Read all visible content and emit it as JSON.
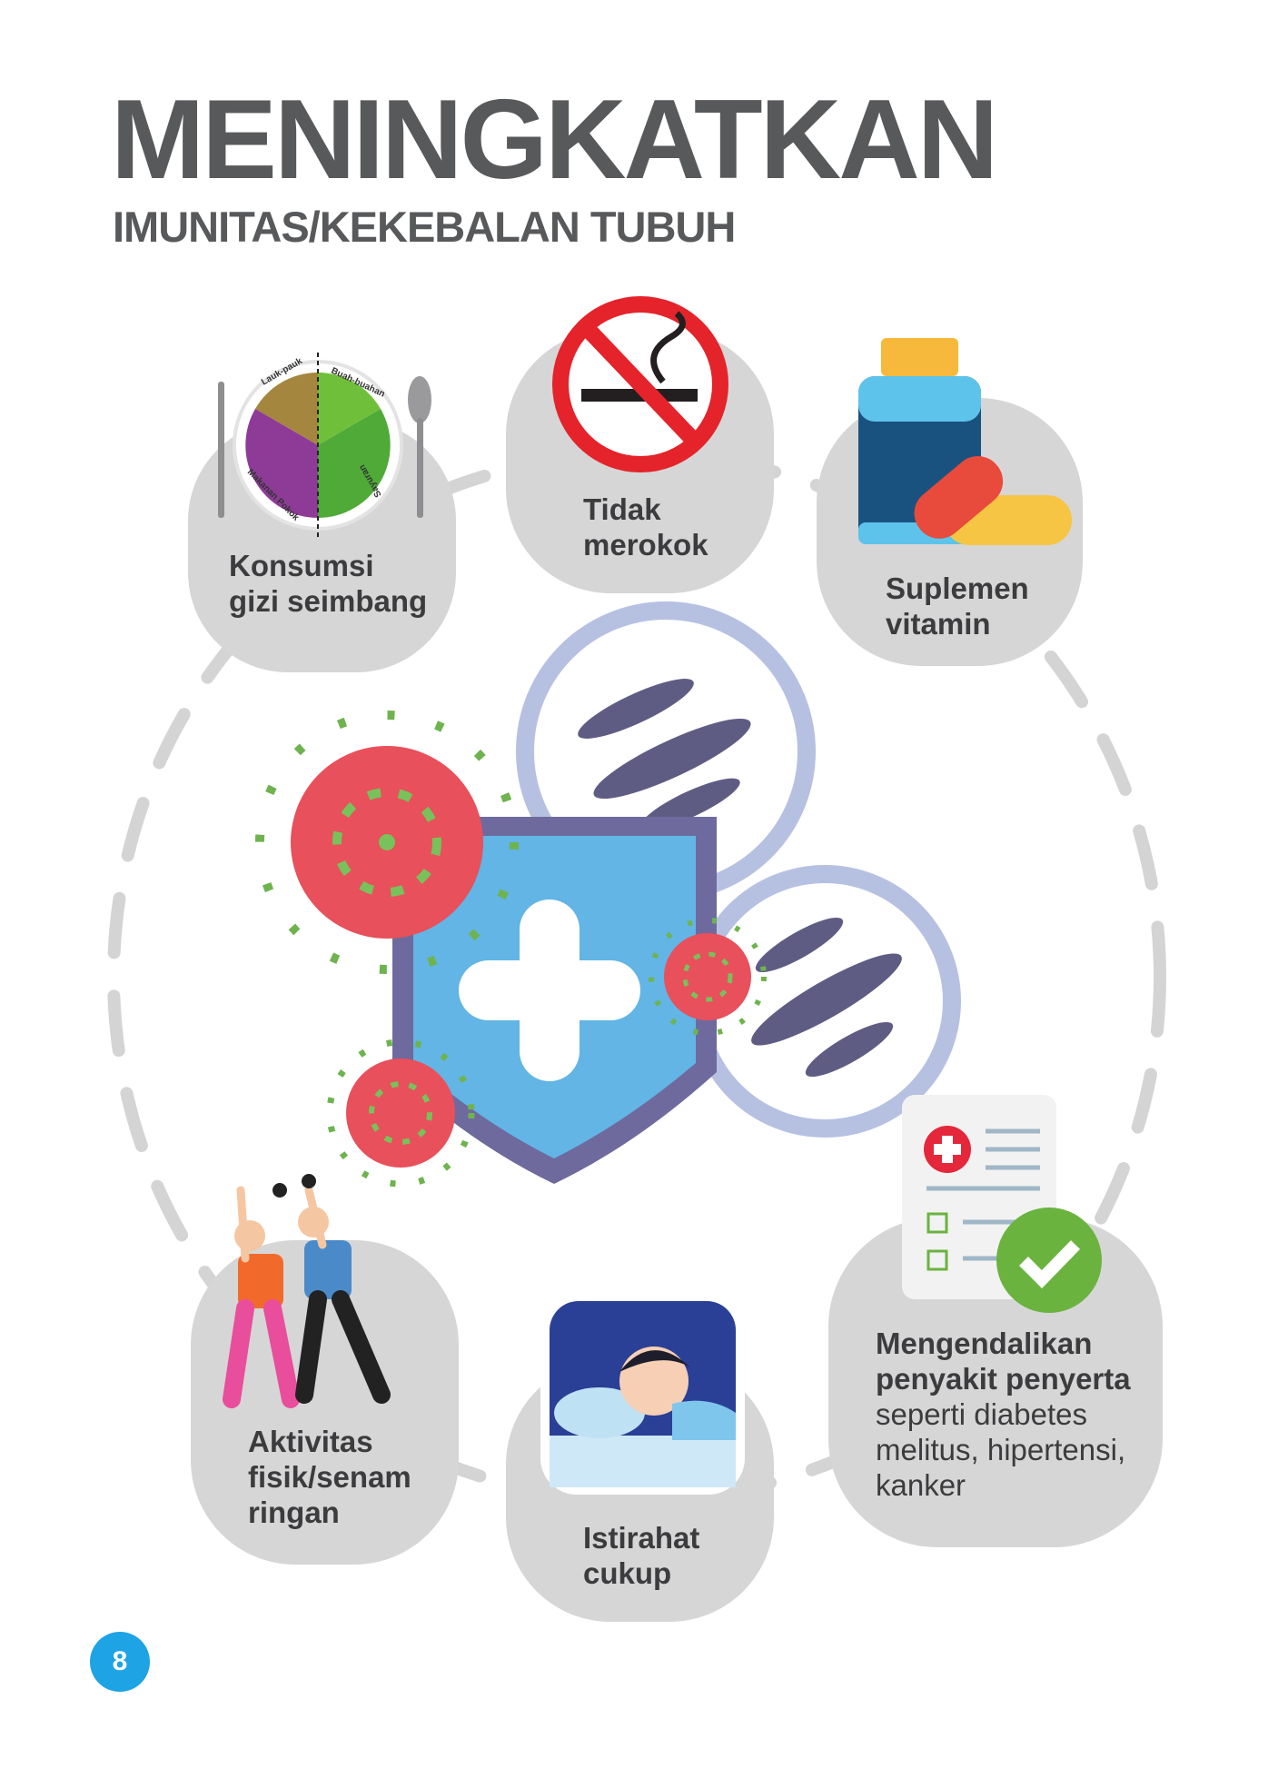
{
  "header": {
    "title": "MENINGKATKAN",
    "subtitle": "IMUNITAS/KEKEBALAN TUBUH"
  },
  "items": [
    {
      "line1": "Konsumsi",
      "line2": "gizi seimbang",
      "icon": "balanced-plate-icon",
      "plate_labels": [
        "Lauk-pauk",
        "Buah-buahan",
        "Makanan Pokok",
        "Sayuran"
      ]
    },
    {
      "line1": "Tidak",
      "line2": "merokok",
      "icon": "no-smoking-icon"
    },
    {
      "line1": "Suplemen",
      "line2": "vitamin",
      "icon": "vitamin-bottle-icon"
    },
    {
      "line1": "Aktivitas",
      "line2": "fisik/senam",
      "line3": "ringan",
      "icon": "exercise-icon"
    },
    {
      "line1": "Istirahat",
      "line2": "cukup",
      "icon": "sleeping-icon"
    },
    {
      "line1": "Mengendalikan",
      "line2": "penyakit penyerta",
      "detail1": "seperti diabetes",
      "detail2": "melitus, hipertensi,",
      "detail3": "kanker",
      "icon": "medical-checklist-icon"
    }
  ],
  "page_number": "8",
  "colors": {
    "title": "#58595b",
    "bubble": "#d6d6d7",
    "shield": "#62b5e5",
    "virus": "#e8505b",
    "spike": "#79c15a",
    "page_badge": "#1ea3e4"
  }
}
